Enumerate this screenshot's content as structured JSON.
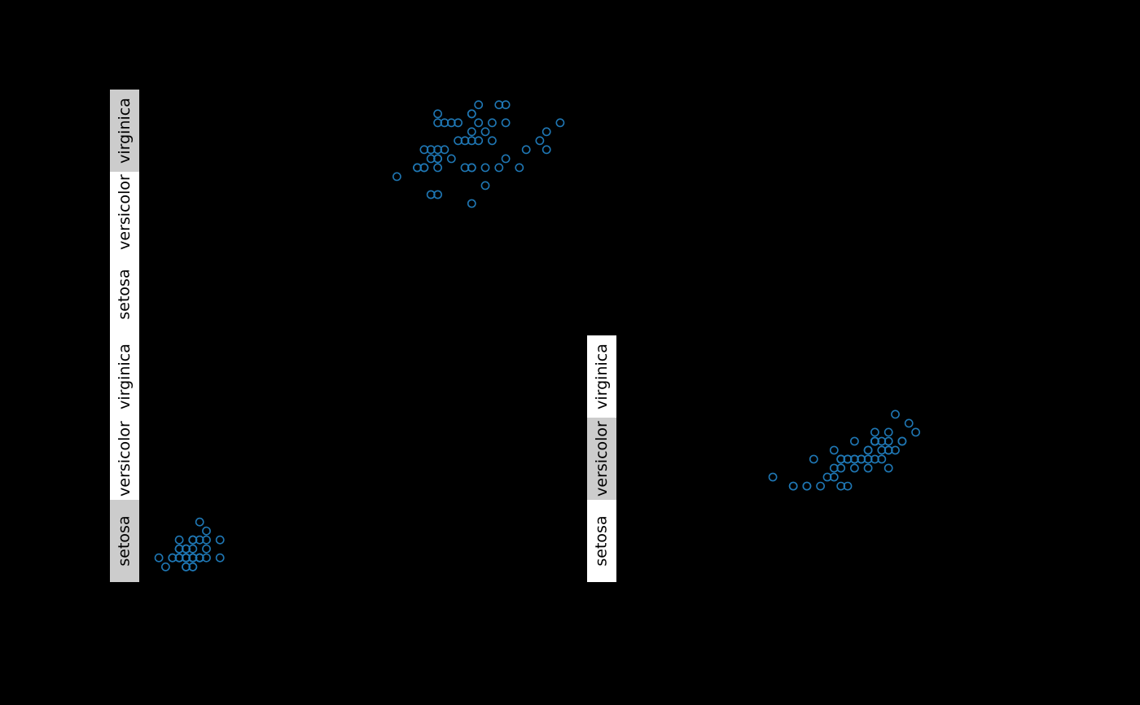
{
  "figure": {
    "background_color": "#000000",
    "strip_background_color": "#ffffff",
    "strip_highlight_color": "#cccccc",
    "strip_text_color": "#000000"
  },
  "strips": [
    {
      "labels": [
        "setosa",
        "versicolor",
        "virginica"
      ],
      "highlighted": "virginica"
    },
    {
      "labels": [
        "setosa",
        "versicolor",
        "virginica"
      ],
      "highlighted": "setosa"
    },
    {
      "labels": [
        "setosa",
        "versicolor",
        "virginica"
      ],
      "highlighted": "versicolor"
    }
  ],
  "chart_data": {
    "type": "scatter",
    "title": "",
    "xlabel": "",
    "ylabel": "",
    "xlim": [
      0.7,
      7.2
    ],
    "ylim": [
      -0.07,
      2.67
    ],
    "grid": false,
    "marker": "open-circle",
    "point_color": "#1f77b4",
    "layout": "trellis 2x2, panels bottom-left=setosa, bottom-right=versicolor, top-left=virginica, top-right empty, left-rotated strips",
    "panel_levels": [
      "setosa",
      "versicolor",
      "virginica"
    ],
    "panels": [
      {
        "name": "setosa",
        "points": [
          [
            1.4,
            0.2
          ],
          [
            1.4,
            0.2
          ],
          [
            1.3,
            0.2
          ],
          [
            1.5,
            0.2
          ],
          [
            1.4,
            0.2
          ],
          [
            1.7,
            0.4
          ],
          [
            1.4,
            0.3
          ],
          [
            1.5,
            0.2
          ],
          [
            1.4,
            0.2
          ],
          [
            1.5,
            0.1
          ],
          [
            1.5,
            0.2
          ],
          [
            1.6,
            0.2
          ],
          [
            1.4,
            0.1
          ],
          [
            1.1,
            0.1
          ],
          [
            1.2,
            0.2
          ],
          [
            1.5,
            0.4
          ],
          [
            1.3,
            0.4
          ],
          [
            1.4,
            0.3
          ],
          [
            1.7,
            0.3
          ],
          [
            1.5,
            0.3
          ],
          [
            1.7,
            0.2
          ],
          [
            1.5,
            0.4
          ],
          [
            1.0,
            0.2
          ],
          [
            1.7,
            0.5
          ],
          [
            1.9,
            0.2
          ],
          [
            1.6,
            0.2
          ],
          [
            1.6,
            0.4
          ],
          [
            1.5,
            0.2
          ],
          [
            1.4,
            0.2
          ],
          [
            1.6,
            0.2
          ],
          [
            1.6,
            0.2
          ],
          [
            1.5,
            0.4
          ],
          [
            1.5,
            0.1
          ],
          [
            1.4,
            0.2
          ],
          [
            1.5,
            0.2
          ],
          [
            1.2,
            0.2
          ],
          [
            1.3,
            0.2
          ],
          [
            1.4,
            0.1
          ],
          [
            1.3,
            0.2
          ],
          [
            1.5,
            0.2
          ],
          [
            1.3,
            0.3
          ],
          [
            1.3,
            0.3
          ],
          [
            1.3,
            0.2
          ],
          [
            1.6,
            0.6
          ],
          [
            1.9,
            0.4
          ],
          [
            1.4,
            0.3
          ],
          [
            1.6,
            0.2
          ],
          [
            1.4,
            0.2
          ],
          [
            1.5,
            0.2
          ],
          [
            1.4,
            0.2
          ]
        ]
      },
      {
        "name": "versicolor",
        "points": [
          [
            4.7,
            1.4
          ],
          [
            4.5,
            1.5
          ],
          [
            4.9,
            1.5
          ],
          [
            4.0,
            1.3
          ],
          [
            4.6,
            1.5
          ],
          [
            4.5,
            1.3
          ],
          [
            4.7,
            1.6
          ],
          [
            3.3,
            1.0
          ],
          [
            4.6,
            1.3
          ],
          [
            3.9,
            1.4
          ],
          [
            3.5,
            1.0
          ],
          [
            4.2,
            1.5
          ],
          [
            4.0,
            1.0
          ],
          [
            4.7,
            1.4
          ],
          [
            3.6,
            1.3
          ],
          [
            4.4,
            1.4
          ],
          [
            4.5,
            1.5
          ],
          [
            4.1,
            1.0
          ],
          [
            4.5,
            1.5
          ],
          [
            3.9,
            1.1
          ],
          [
            4.8,
            1.8
          ],
          [
            4.0,
            1.3
          ],
          [
            4.9,
            1.5
          ],
          [
            4.7,
            1.2
          ],
          [
            4.3,
            1.3
          ],
          [
            4.4,
            1.4
          ],
          [
            4.8,
            1.4
          ],
          [
            5.0,
            1.7
          ],
          [
            4.5,
            1.5
          ],
          [
            3.5,
            1.0
          ],
          [
            3.8,
            1.1
          ],
          [
            3.7,
            1.0
          ],
          [
            3.9,
            1.2
          ],
          [
            5.1,
            1.6
          ],
          [
            4.5,
            1.5
          ],
          [
            4.5,
            1.6
          ],
          [
            4.7,
            1.5
          ],
          [
            4.4,
            1.3
          ],
          [
            4.1,
            1.3
          ],
          [
            4.0,
            1.3
          ],
          [
            4.4,
            1.2
          ],
          [
            4.6,
            1.4
          ],
          [
            4.0,
            1.2
          ],
          [
            3.3,
            1.0
          ],
          [
            4.2,
            1.3
          ],
          [
            4.2,
            1.2
          ],
          [
            4.2,
            1.3
          ],
          [
            4.3,
            1.3
          ],
          [
            3.0,
            1.1
          ],
          [
            4.1,
            1.3
          ]
        ]
      },
      {
        "name": "virginica",
        "points": [
          [
            6.0,
            2.5
          ],
          [
            5.1,
            1.9
          ],
          [
            5.9,
            2.1
          ],
          [
            5.6,
            1.8
          ],
          [
            5.8,
            2.2
          ],
          [
            6.6,
            2.1
          ],
          [
            4.5,
            1.7
          ],
          [
            6.3,
            1.8
          ],
          [
            5.8,
            1.8
          ],
          [
            6.1,
            2.5
          ],
          [
            5.1,
            2.0
          ],
          [
            5.3,
            1.9
          ],
          [
            5.5,
            2.1
          ],
          [
            5.0,
            2.0
          ],
          [
            5.1,
            2.4
          ],
          [
            5.3,
            2.3
          ],
          [
            5.5,
            1.8
          ],
          [
            6.7,
            2.2
          ],
          [
            6.9,
            2.3
          ],
          [
            5.0,
            1.5
          ],
          [
            5.7,
            2.3
          ],
          [
            4.9,
            2.0
          ],
          [
            6.7,
            2.0
          ],
          [
            4.9,
            1.8
          ],
          [
            5.7,
            2.1
          ],
          [
            6.0,
            1.8
          ],
          [
            4.8,
            1.8
          ],
          [
            4.9,
            1.8
          ],
          [
            5.6,
            2.1
          ],
          [
            5.8,
            1.6
          ],
          [
            6.1,
            1.9
          ],
          [
            6.4,
            2.0
          ],
          [
            5.6,
            2.2
          ],
          [
            5.1,
            1.5
          ],
          [
            5.6,
            1.4
          ],
          [
            6.1,
            2.3
          ],
          [
            5.6,
            2.4
          ],
          [
            5.6,
            1.8
          ],
          [
            4.8,
            1.8
          ],
          [
            5.4,
            2.1
          ],
          [
            5.6,
            2.4
          ],
          [
            5.1,
            2.3
          ],
          [
            5.1,
            1.9
          ],
          [
            5.9,
            2.3
          ],
          [
            5.7,
            2.5
          ],
          [
            5.2,
            2.3
          ],
          [
            5.0,
            1.9
          ],
          [
            5.2,
            2.0
          ],
          [
            5.4,
            2.3
          ],
          [
            5.1,
            1.8
          ]
        ]
      }
    ]
  }
}
